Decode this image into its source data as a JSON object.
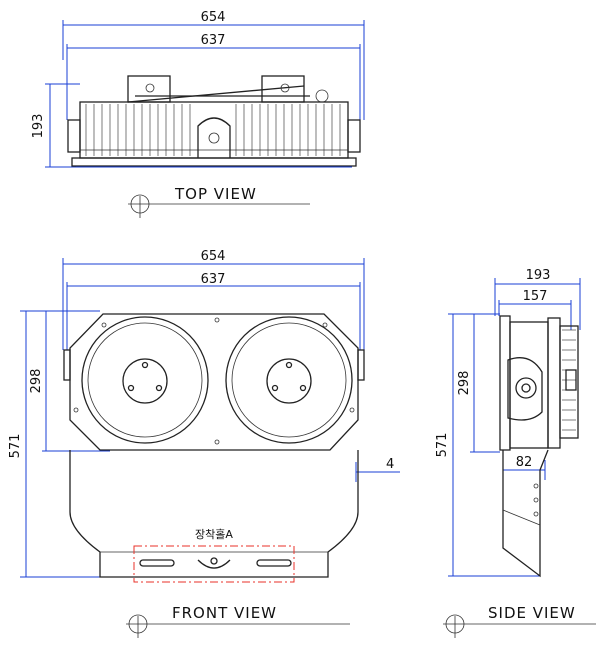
{
  "top_view": {
    "title": "TOP  VIEW",
    "dim_width_outer": "654",
    "dim_width_inner": "637",
    "dim_depth": "193"
  },
  "front_view": {
    "title": "FRONT  VIEW",
    "dim_width_outer": "654",
    "dim_width_inner": "637",
    "dim_height_total": "571",
    "dim_height_head": "298",
    "dim_offset": "4",
    "mount_hole_label": "장착홀A"
  },
  "side_view": {
    "title": "SIDE  VIEW",
    "dim_depth_outer": "193",
    "dim_depth_inner": "157",
    "dim_height_total": "571",
    "dim_height_head": "298",
    "dim_bracket": "82"
  },
  "colors": {
    "dimension_line": "#1a3fd6",
    "highlight_box": "#e8322a",
    "outline": "#222222"
  }
}
